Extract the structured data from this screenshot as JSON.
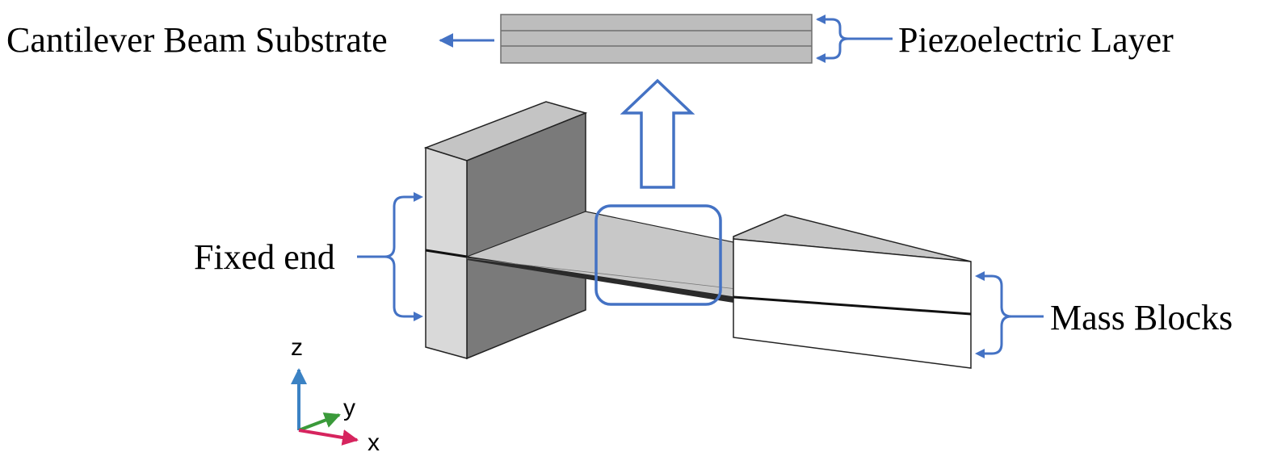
{
  "labels": {
    "substrate": "Cantilever Beam Substrate",
    "piezo": "Piezoelectric Layer",
    "fixed_end": "Fixed end",
    "mass_blocks": "Mass Blocks"
  },
  "axes": {
    "z": "z",
    "y": "y",
    "x": "x"
  },
  "colors": {
    "annotation_blue": "#4472C4",
    "fixed_block_light": "#d9d9d9",
    "fixed_block_dark": "#7a7a7a",
    "beam_gray": "#c8c8c8",
    "layer_gray": "#bdbdbd",
    "axis_z": "#3b82c4",
    "axis_y": "#3a9a3a",
    "axis_x": "#d6245e"
  }
}
